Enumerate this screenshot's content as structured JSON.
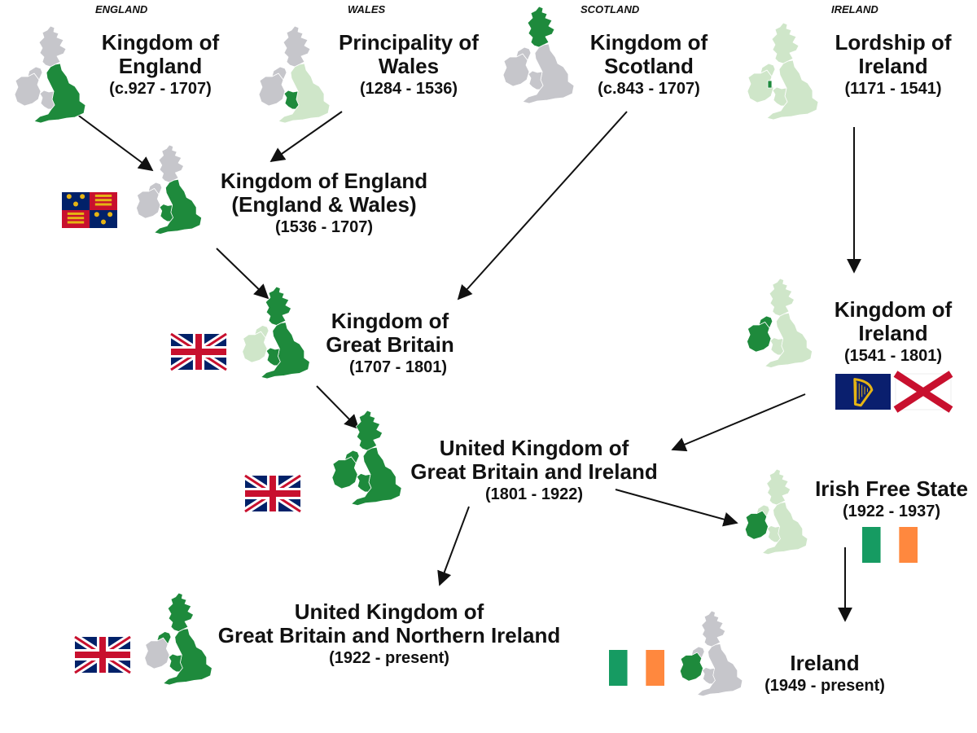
{
  "column_headers": [
    "ENGLAND",
    "WALES",
    "SCOTLAND",
    "IRELAND"
  ],
  "states": [
    {
      "id": "england",
      "name": [
        "Kingdom of",
        "England"
      ],
      "dates": "(c.927 - 1707)"
    },
    {
      "id": "wales",
      "name": [
        "Principality of",
        "Wales"
      ],
      "dates": "(1284 - 1536)"
    },
    {
      "id": "scotland",
      "name": [
        "Kingdom of",
        "Scotland"
      ],
      "dates": "(c.843 - 1707)"
    },
    {
      "id": "lordship-ireland",
      "name": [
        "Lordship of",
        "Ireland"
      ],
      "dates": "(1171 - 1541)"
    },
    {
      "id": "england-wales",
      "name": [
        "Kingdom of England",
        "(England & Wales)"
      ],
      "dates": "(1536 - 1707)"
    },
    {
      "id": "great-britain",
      "name": [
        "Kingdom of",
        "Great Britain"
      ],
      "dates": "(1707 - 1801)"
    },
    {
      "id": "kingdom-ireland",
      "name": [
        "Kingdom of",
        "Ireland"
      ],
      "dates": "(1541 - 1801)"
    },
    {
      "id": "uk-gb-ireland",
      "name": [
        "United Kingdom of",
        "Great Britain and Ireland"
      ],
      "dates": "(1801 - 1922)"
    },
    {
      "id": "irish-free-state",
      "name": [
        "Irish Free State"
      ],
      "dates": "(1922 - 1937)"
    },
    {
      "id": "uk-gb-ni",
      "name": [
        "United Kingdom of",
        "Great Britain and Northern Ireland"
      ],
      "dates": "(1922 - present)"
    },
    {
      "id": "ireland",
      "name": [
        "Ireland"
      ],
      "dates": "(1949 - present)"
    }
  ],
  "flags": [
    {
      "id": "royal-arms-flag",
      "type": "royal-arms"
    },
    {
      "id": "union-flag-1",
      "type": "union-1606"
    },
    {
      "id": "harp-flag",
      "type": "harp"
    },
    {
      "id": "st-patrick-flag",
      "type": "st-patrick"
    },
    {
      "id": "union-flag-2",
      "type": "union"
    },
    {
      "id": "tricolour-flag-1",
      "type": "irish-tricolour"
    },
    {
      "id": "union-flag-3",
      "type": "union"
    },
    {
      "id": "tricolour-flag-2",
      "type": "irish-tricolour"
    }
  ],
  "maps": [
    {
      "id": "map-england",
      "highlight": [
        "england"
      ]
    },
    {
      "id": "map-wales",
      "highlight": [
        "wales"
      ]
    },
    {
      "id": "map-scotland",
      "highlight": [
        "scotland"
      ]
    },
    {
      "id": "map-lordship-ireland",
      "highlight": [
        "pale"
      ]
    },
    {
      "id": "map-england-wales",
      "highlight": [
        "england",
        "wales"
      ]
    },
    {
      "id": "map-great-britain",
      "highlight": [
        "england",
        "wales",
        "scotland"
      ]
    },
    {
      "id": "map-kingdom-ireland",
      "highlight": [
        "ireland",
        "ni"
      ]
    },
    {
      "id": "map-uk-gb-ireland",
      "highlight": [
        "england",
        "wales",
        "scotland",
        "ireland",
        "ni"
      ]
    },
    {
      "id": "map-irish-free-state",
      "highlight": [
        "ireland"
      ]
    },
    {
      "id": "map-uk-gb-ni",
      "highlight": [
        "england",
        "wales",
        "scotland",
        "ni"
      ]
    },
    {
      "id": "map-ireland",
      "highlight": [
        "ireland"
      ]
    }
  ],
  "connections": [
    {
      "from": "england",
      "to": "england-wales"
    },
    {
      "from": "wales",
      "to": "england-wales"
    },
    {
      "from": "england-wales",
      "to": "great-britain"
    },
    {
      "from": "scotland",
      "to": "great-britain"
    },
    {
      "from": "lordship-ireland",
      "to": "kingdom-ireland"
    },
    {
      "from": "great-britain",
      "to": "uk-gb-ireland"
    },
    {
      "from": "kingdom-ireland",
      "to": "uk-gb-ireland"
    },
    {
      "from": "uk-gb-ireland",
      "to": "uk-gb-ni"
    },
    {
      "from": "uk-gb-ireland",
      "to": "irish-free-state"
    },
    {
      "from": "irish-free-state",
      "to": "ireland"
    }
  ],
  "colors": {
    "highlight_green": "#1e8a3c",
    "light_green": "#cfe6c9",
    "grey": "#c6c6cb",
    "arrow": "#111111",
    "union_blue": "#012169",
    "union_red": "#c8102e",
    "irish_green": "#169b62",
    "irish_orange": "#ff883e",
    "harp_blue": "#0a1f6e",
    "harp_gold": "#e6b414"
  }
}
